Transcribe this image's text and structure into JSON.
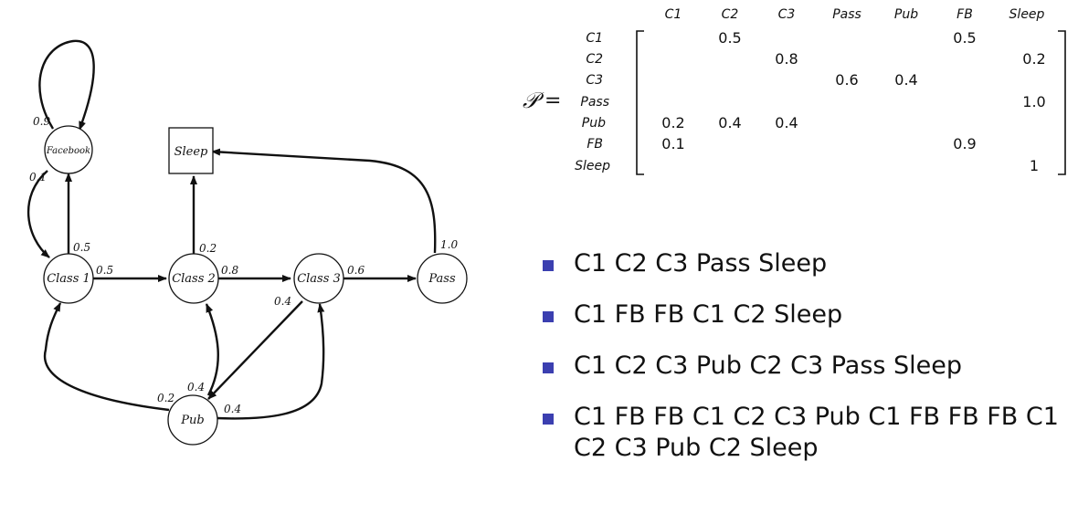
{
  "diagram": {
    "nodes": [
      {
        "id": "facebook",
        "label": "Facebook",
        "shape": "circle"
      },
      {
        "id": "sleep",
        "label": "Sleep",
        "shape": "square"
      },
      {
        "id": "class1",
        "label": "Class 1",
        "shape": "circle"
      },
      {
        "id": "class2",
        "label": "Class 2",
        "shape": "circle"
      },
      {
        "id": "class3",
        "label": "Class 3",
        "shape": "circle"
      },
      {
        "id": "pass",
        "label": "Pass",
        "shape": "circle"
      },
      {
        "id": "pub",
        "label": "Pub",
        "shape": "circle"
      }
    ],
    "edges": [
      {
        "from": "facebook",
        "to": "facebook",
        "label": "0.9"
      },
      {
        "from": "facebook",
        "to": "class1",
        "label": "0.1"
      },
      {
        "from": "class1",
        "to": "facebook",
        "label": "0.5"
      },
      {
        "from": "class1",
        "to": "class2",
        "label": "0.5"
      },
      {
        "from": "class2",
        "to": "sleep",
        "label": "0.2"
      },
      {
        "from": "class2",
        "to": "class3",
        "label": "0.8"
      },
      {
        "from": "class3",
        "to": "pass",
        "label": "0.6"
      },
      {
        "from": "class3",
        "to": "pub",
        "label": "0.4"
      },
      {
        "from": "pass",
        "to": "sleep",
        "label": "1.0"
      },
      {
        "from": "pub",
        "to": "class1",
        "label": "0.2"
      },
      {
        "from": "pub",
        "to": "class2",
        "label": "0.4"
      },
      {
        "from": "pub",
        "to": "class3",
        "label": "0.4"
      }
    ]
  },
  "matrix": {
    "symbol": "𝒫",
    "equals": "=",
    "columns": [
      "C1",
      "C2",
      "C3",
      "Pass",
      "Pub",
      "FB",
      "Sleep"
    ],
    "rows": [
      {
        "label": "C1",
        "cells": [
          "",
          "0.5",
          "",
          "",
          "",
          "0.5",
          ""
        ]
      },
      {
        "label": "C2",
        "cells": [
          "",
          "",
          "0.8",
          "",
          "",
          "",
          "0.2"
        ]
      },
      {
        "label": "C3",
        "cells": [
          "",
          "",
          "",
          "0.6",
          "0.4",
          "",
          ""
        ]
      },
      {
        "label": "Pass",
        "cells": [
          "",
          "",
          "",
          "",
          "",
          "",
          "1.0"
        ]
      },
      {
        "label": "Pub",
        "cells": [
          "0.2",
          "0.4",
          "0.4",
          "",
          "",
          "",
          ""
        ]
      },
      {
        "label": "FB",
        "cells": [
          "0.1",
          "",
          "",
          "",
          "",
          "0.9",
          ""
        ]
      },
      {
        "label": "Sleep",
        "cells": [
          "",
          "",
          "",
          "",
          "",
          "",
          "1"
        ]
      }
    ]
  },
  "episodes": [
    "C1 C2 C3 Pass Sleep",
    "C1 FB FB C1 C2 Sleep",
    "C1 C2 C3 Pub C2 C3 Pass Sleep",
    "C1 FB FB C1 C2 C3 Pub C1 FB FB FB C1 C2 C3 Pub C2 Sleep"
  ],
  "colors": {
    "bullet": "#3b3fb0",
    "ink": "#111111"
  }
}
